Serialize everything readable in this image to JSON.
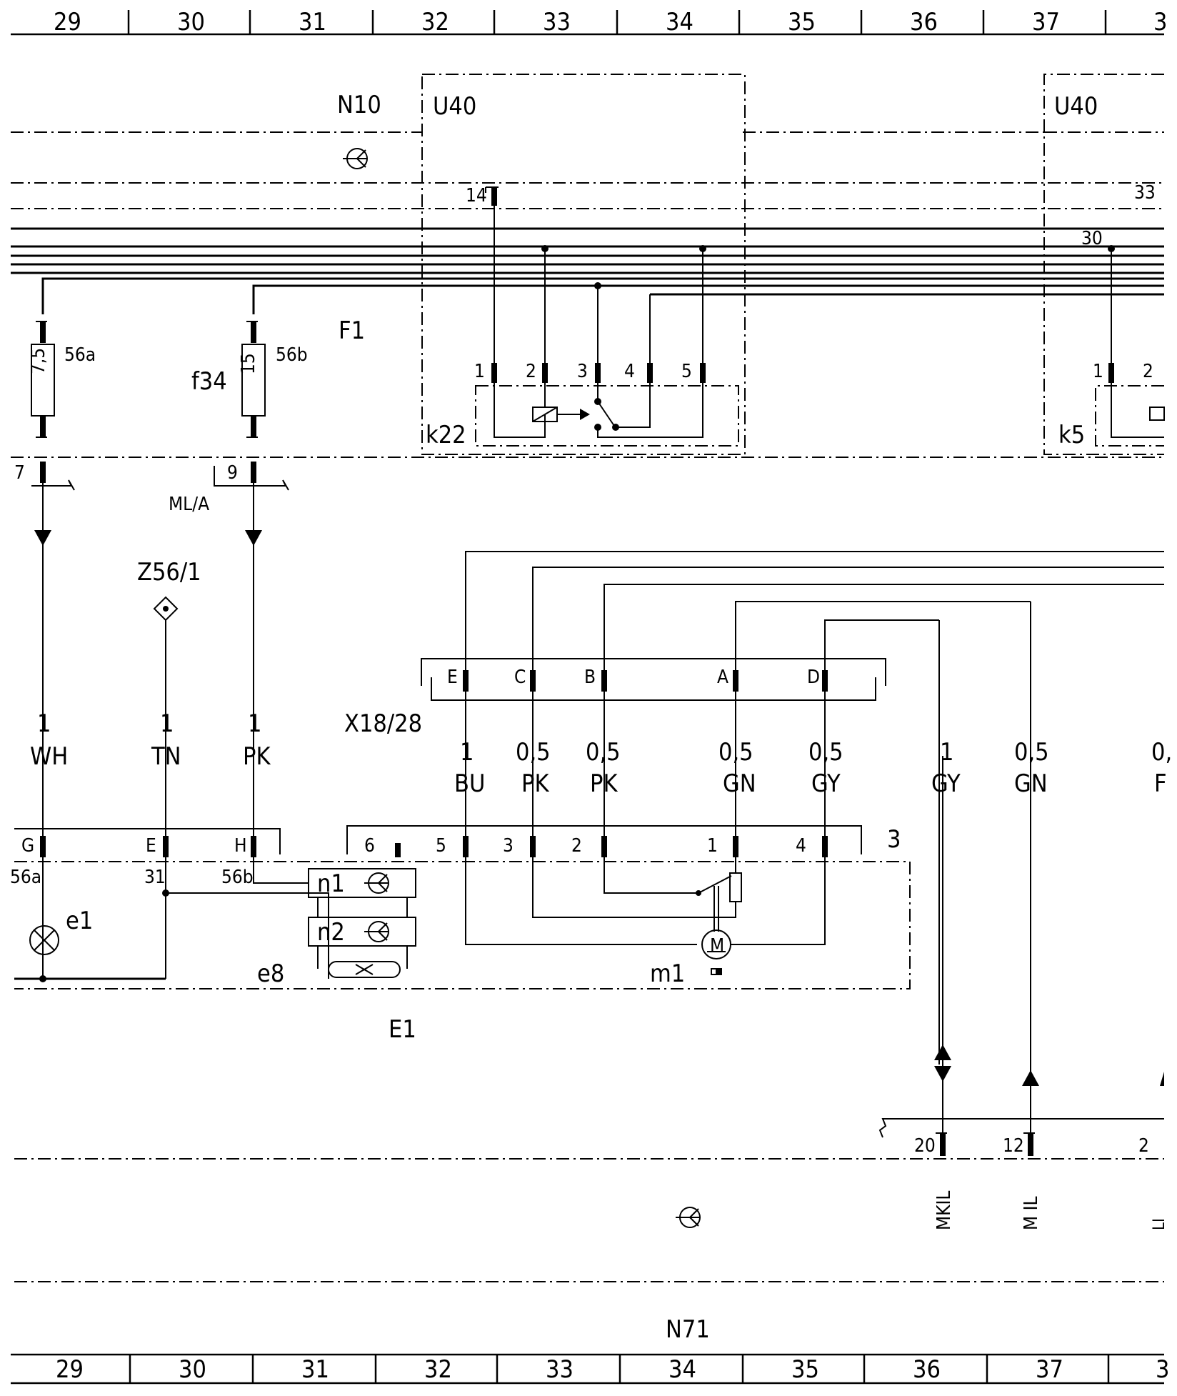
{
  "grid_columns": [
    "29",
    "30",
    "31",
    "32",
    "33",
    "34",
    "35",
    "36",
    "37",
    "3"
  ],
  "components": {
    "N10": "N10",
    "U40_left": "U40",
    "U40_right": "U40",
    "F1": "F1",
    "f34": "f34",
    "k22": "k22",
    "k5": "k5",
    "Z56_1": "Z56/1",
    "X18_28": "X18/28",
    "E1": "E1",
    "e1": "e1",
    "e8": "e8",
    "m1": "m1",
    "n1": "n1",
    "n2": "n2",
    "N71": "N71",
    "ML_A": "ML/A",
    "motor": "M"
  },
  "fuses": [
    {
      "rating": "7,5",
      "terminal": "56a"
    },
    {
      "rating": "15",
      "terminal": "56b"
    }
  ],
  "pins": {
    "u40_14": "14",
    "u40_33": "33",
    "u40_30": "30",
    "k22": [
      "1",
      "2",
      "3",
      "4",
      "5"
    ],
    "k5": [
      "1",
      "2"
    ],
    "fuse_out_7": "7",
    "fuse_out_9": "9",
    "x18": [
      "E",
      "C",
      "B",
      "A",
      "D"
    ],
    "e1_left": [
      "G",
      "E",
      "H"
    ],
    "e1_term": [
      "56a",
      "31",
      "56b"
    ],
    "e1_right": [
      "6",
      "5",
      "3",
      "2",
      "1",
      "4"
    ],
    "e1_right_label": "3",
    "n71": [
      "20",
      "12",
      "2"
    ]
  },
  "wires": [
    {
      "size": "1",
      "color": "WH"
    },
    {
      "size": "1",
      "color": "TN"
    },
    {
      "size": "1",
      "color": "PK"
    },
    {
      "size": "1",
      "color": "BU"
    },
    {
      "size": "0,5",
      "color": "PK"
    },
    {
      "size": "0,5",
      "color": "PK"
    },
    {
      "size": "0,5",
      "color": "GN"
    },
    {
      "size": "0,5",
      "color": "GY"
    },
    {
      "size": "1",
      "color": "GY"
    },
    {
      "size": "0,5",
      "color": "GN"
    },
    {
      "size": "0,",
      "color": "F"
    }
  ],
  "signals": [
    "MKIL",
    "M IL",
    "LI"
  ]
}
